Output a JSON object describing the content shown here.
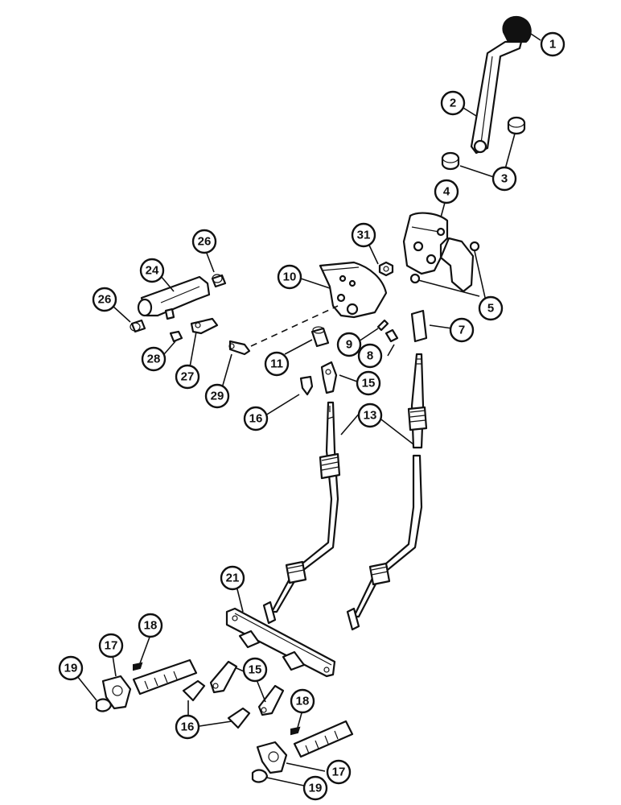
{
  "callouts": [
    {
      "id": "c1",
      "label": "1"
    },
    {
      "id": "c2",
      "label": "2"
    },
    {
      "id": "c3",
      "label": "3"
    },
    {
      "id": "c4",
      "label": "4"
    },
    {
      "id": "c5",
      "label": "5"
    },
    {
      "id": "c7",
      "label": "7"
    },
    {
      "id": "c8",
      "label": "8"
    },
    {
      "id": "c9",
      "label": "9"
    },
    {
      "id": "c10",
      "label": "10"
    },
    {
      "id": "c11",
      "label": "11"
    },
    {
      "id": "c13",
      "label": "13"
    },
    {
      "id": "c15a",
      "label": "15"
    },
    {
      "id": "c15b",
      "label": "15"
    },
    {
      "id": "c16a",
      "label": "16"
    },
    {
      "id": "c16b",
      "label": "16"
    },
    {
      "id": "c17a",
      "label": "17"
    },
    {
      "id": "c17b",
      "label": "17"
    },
    {
      "id": "c18a",
      "label": "18"
    },
    {
      "id": "c18b",
      "label": "18"
    },
    {
      "id": "c19a",
      "label": "19"
    },
    {
      "id": "c19b",
      "label": "19"
    },
    {
      "id": "c21",
      "label": "21"
    },
    {
      "id": "c24",
      "label": "24"
    },
    {
      "id": "c26a",
      "label": "26"
    },
    {
      "id": "c26b",
      "label": "26"
    },
    {
      "id": "c27",
      "label": "27"
    },
    {
      "id": "c28",
      "label": "28"
    },
    {
      "id": "c29",
      "label": "29"
    },
    {
      "id": "c31",
      "label": "31"
    }
  ]
}
